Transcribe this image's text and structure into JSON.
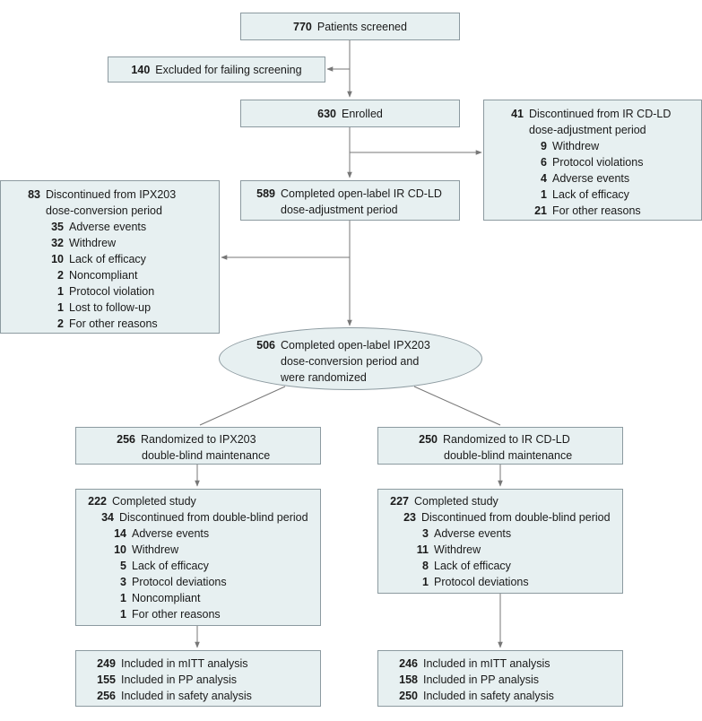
{
  "screened": {
    "num": "770",
    "text": "Patients screened"
  },
  "excluded": {
    "num": "140",
    "text": "Excluded for failing screening"
  },
  "enrolled": {
    "num": "630",
    "text": "Enrolled"
  },
  "disc_ir": {
    "num": "41",
    "line1": "Discontinued from IR CD-LD",
    "line2": "dose-adjustment period",
    "items": [
      {
        "num": "9",
        "text": "Withdrew"
      },
      {
        "num": "6",
        "text": "Protocol violations"
      },
      {
        "num": "4",
        "text": "Adverse events"
      },
      {
        "num": "1",
        "text": "Lack of efficacy"
      },
      {
        "num": "21",
        "text": "For other reasons"
      }
    ]
  },
  "completed_ir": {
    "num": "589",
    "line1": "Completed open-label IR CD-LD",
    "line2": "dose-adjustment period"
  },
  "disc_ipx": {
    "num": "83",
    "line1": "Discontinued from IPX203",
    "line2": "dose-conversion period",
    "items": [
      {
        "num": "35",
        "text": "Adverse events"
      },
      {
        "num": "32",
        "text": "Withdrew"
      },
      {
        "num": "10",
        "text": "Lack of efficacy"
      },
      {
        "num": "2",
        "text": "Noncompliant"
      },
      {
        "num": "1",
        "text": "Protocol violation"
      },
      {
        "num": "1",
        "text": "Lost to follow-up"
      },
      {
        "num": "2",
        "text": "For other reasons"
      }
    ]
  },
  "randomized": {
    "num": "506",
    "line1": "Completed open-label IPX203",
    "line2": "dose-conversion period and",
    "line3": "were randomized"
  },
  "left_arm": {
    "rand": {
      "num": "256",
      "line1": "Randomized to IPX203",
      "line2": "double-blind maintenance"
    },
    "completed": {
      "num": "222",
      "text": "Completed study"
    },
    "disc": {
      "num": "34",
      "text": "Discontinued from double-blind period"
    },
    "reasons": [
      {
        "num": "14",
        "text": "Adverse events"
      },
      {
        "num": "10",
        "text": "Withdrew"
      },
      {
        "num": "5",
        "text": "Lack of efficacy"
      },
      {
        "num": "3",
        "text": "Protocol deviations"
      },
      {
        "num": "1",
        "text": "Noncompliant"
      },
      {
        "num": "1",
        "text": "For other reasons"
      }
    ],
    "analysis": [
      {
        "num": "249",
        "text": "Included in mITT analysis"
      },
      {
        "num": "155",
        "text": "Included in PP analysis"
      },
      {
        "num": "256",
        "text": "Included in safety analysis"
      }
    ]
  },
  "right_arm": {
    "rand": {
      "num": "250",
      "line1": "Randomized to IR CD-LD",
      "line2": "double-blind maintenance"
    },
    "completed": {
      "num": "227",
      "text": "Completed study"
    },
    "disc": {
      "num": "23",
      "text": "Discontinued from double-blind period"
    },
    "reasons": [
      {
        "num": "3",
        "text": "Adverse events"
      },
      {
        "num": "11",
        "text": "Withdrew"
      },
      {
        "num": "8",
        "text": "Lack of efficacy"
      },
      {
        "num": "1",
        "text": "Protocol deviations"
      }
    ],
    "analysis": [
      {
        "num": "246",
        "text": "Included in mITT analysis"
      },
      {
        "num": "158",
        "text": "Included in PP analysis"
      },
      {
        "num": "250",
        "text": "Included in safety analysis"
      }
    ]
  }
}
